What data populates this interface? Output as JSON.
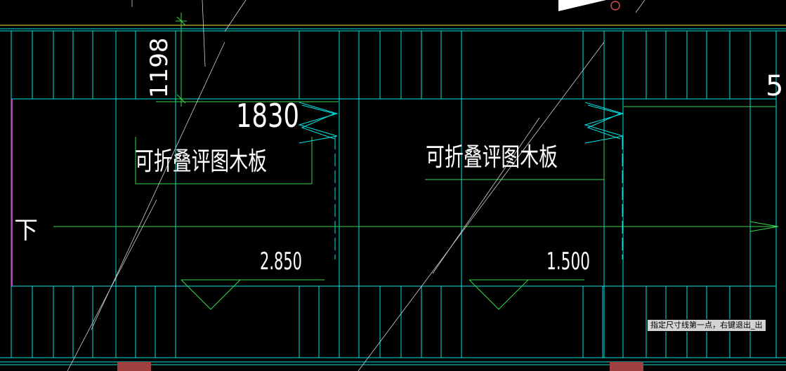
{
  "labels": {
    "dim_vertical": "1198",
    "dim_horizontal": "1830",
    "board_left": "可折叠评图木板",
    "board_right": "可折叠评图木板",
    "elev_left": "2.850",
    "elev_right": "1.500",
    "stair_mark": "下",
    "edge_number": "5"
  },
  "prompt": {
    "text": "指定尺寸线第一点，右键退出",
    "cursor": "_出"
  },
  "colors": {
    "background": "#000000",
    "cyan": "#00e5e5",
    "green": "#39d84a",
    "yellow": "#e8e24a",
    "white": "#ffffff",
    "magenta": "#c040c0",
    "red": "#d05050"
  }
}
